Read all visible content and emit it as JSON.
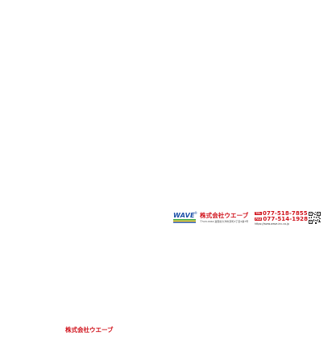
{
  "footer": {
    "logo_text": "WAVE",
    "logo_reg": "®",
    "company_name": "株式会社ウエーブ",
    "address": "〒520-0044 滋賀県大津市京町4丁目3番7号",
    "tel_label": "TEL",
    "tel_number": "077-518-7855",
    "fax_label": "FAX",
    "fax_number": "077-514-1928",
    "url": "https://www.wave-inc.co.jp"
  },
  "bottom": {
    "company_name": "株式会社ウエーブ"
  },
  "colors": {
    "brand_red": "#d0121b",
    "logo_blue": "#1b4fa8",
    "logo_green": "#3aa845",
    "logo_yellow": "#f2c21a"
  },
  "icons": {
    "qr": "qr-code-icon",
    "logo_wave": "wave-stripe-icon"
  }
}
